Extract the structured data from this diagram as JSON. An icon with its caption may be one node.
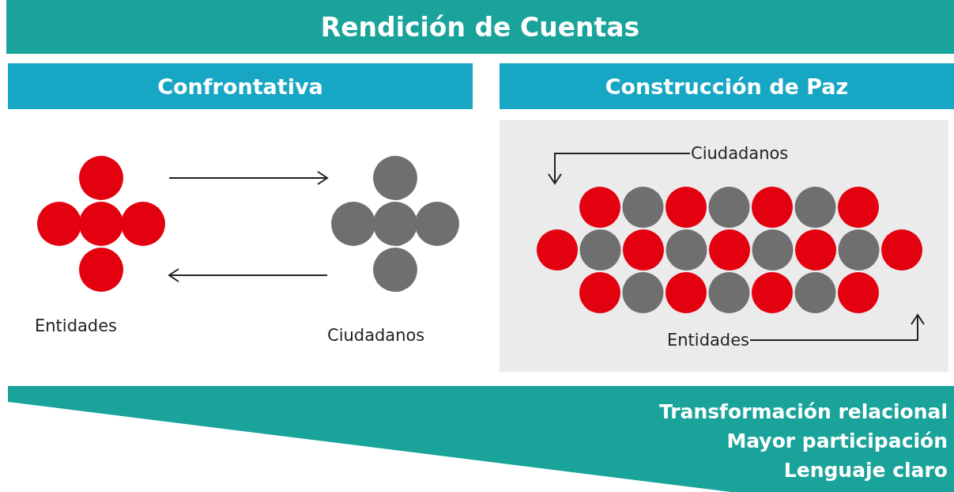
{
  "diagram": {
    "title": "Rendición de Cuentas",
    "nodes": [
      {
        "text": [
          "Confrontativa"
        ]
      },
      {
        "text": [
          "Construcción de Paz"
        ]
      },
      {
        "text": [],
        "shape": "picture",
        "beside": [
          "Entidades"
        ]
      },
      {
        "text": [],
        "shape": "picture",
        "beside": [
          "Ciudadanos"
        ]
      },
      {
        "text": [],
        "shape": "box"
      },
      {
        "text": [
          "Ciudadanos"
        ],
        "in": 4
      },
      {
        "text": [],
        "shape": "picture",
        "in": 4
      },
      {
        "text": [
          "Entidades"
        ],
        "in": 4
      },
      {
        "text": [
          "Transformación relacional",
          "Mayor participación",
          "Lenguaje claro"
        ]
      }
    ],
    "edges": [
      {
        "from": 2,
        "to": 3,
        "arrow": "to"
      },
      {
        "from": 3,
        "to": 2,
        "arrow": "to"
      },
      {
        "from": 5,
        "to": 6,
        "arrow": "to"
      },
      {
        "from": 7,
        "to": 6,
        "arrow": "to"
      }
    ]
  }
}
